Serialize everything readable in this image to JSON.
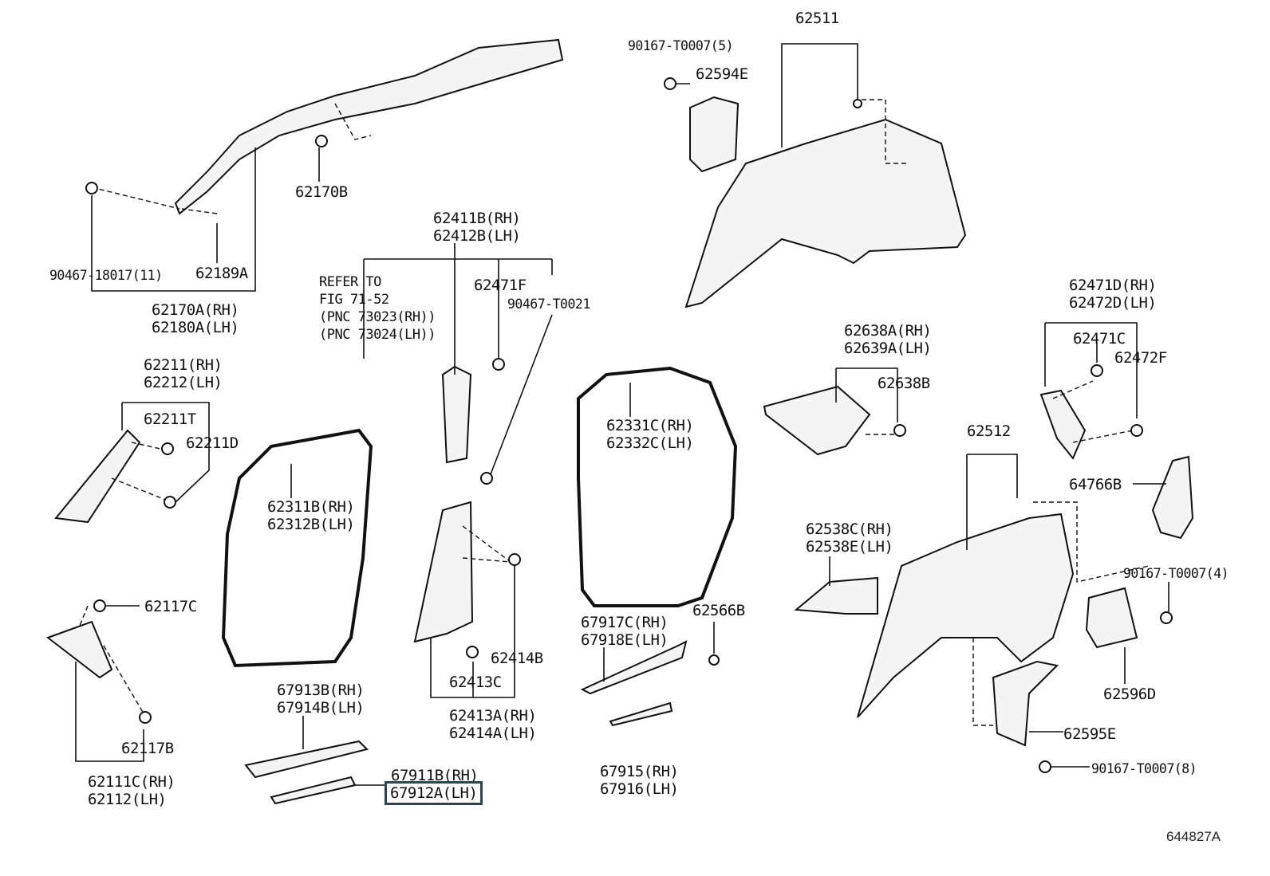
{
  "figure_id": "644827A",
  "highlighted_part": "67912A(LH)",
  "highlight_color": "#2f4550",
  "labels": [
    {
      "id": "62511",
      "lines": [
        "62511"
      ]
    },
    {
      "id": "90167-T0007-5",
      "lines": [
        "90167-T0007(5)"
      ]
    },
    {
      "id": "62594E",
      "lines": [
        "62594E"
      ]
    },
    {
      "id": "62170B",
      "lines": [
        "62170B"
      ]
    },
    {
      "id": "90467-18017",
      "lines": [
        "90467-18017(11)"
      ]
    },
    {
      "id": "62189A",
      "lines": [
        "62189A"
      ]
    },
    {
      "id": "62170A",
      "lines": [
        "62170A(RH)",
        "62180A(LH)"
      ]
    },
    {
      "id": "62411B",
      "lines": [
        "62411B(RH)",
        "62412B(LH)"
      ]
    },
    {
      "id": "refer",
      "lines": [
        "REFER TO",
        "FIG 71-52",
        "(PNC 73023(RH))",
        "(PNC 73024(LH))"
      ]
    },
    {
      "id": "62471F",
      "lines": [
        "62471F"
      ]
    },
    {
      "id": "90467-T0021",
      "lines": [
        "90467-T0021"
      ]
    },
    {
      "id": "62471D",
      "lines": [
        "62471D(RH)",
        "62472D(LH)"
      ]
    },
    {
      "id": "62638A",
      "lines": [
        "62638A(RH)",
        "62639A(LH)"
      ]
    },
    {
      "id": "62211",
      "lines": [
        "62211(RH)",
        "62212(LH)"
      ]
    },
    {
      "id": "62471C",
      "lines": [
        "62471C"
      ]
    },
    {
      "id": "62472F",
      "lines": [
        "62472F"
      ]
    },
    {
      "id": "62638B",
      "lines": [
        "62638B"
      ]
    },
    {
      "id": "62211T",
      "lines": [
        "62211T"
      ]
    },
    {
      "id": "62211D",
      "lines": [
        "62211D"
      ]
    },
    {
      "id": "62331C",
      "lines": [
        "62331C(RH)",
        "62332C(LH)"
      ]
    },
    {
      "id": "62512",
      "lines": [
        "62512"
      ]
    },
    {
      "id": "64766B",
      "lines": [
        "64766B"
      ]
    },
    {
      "id": "62311B",
      "lines": [
        "62311B(RH)",
        "62312B(LH)"
      ]
    },
    {
      "id": "62538C",
      "lines": [
        "62538C(RH)",
        "62538E(LH)"
      ]
    },
    {
      "id": "90167-T0007-4",
      "lines": [
        "90167-T0007(4)"
      ]
    },
    {
      "id": "62117C",
      "lines": [
        "62117C"
      ]
    },
    {
      "id": "62566B",
      "lines": [
        "62566B"
      ]
    },
    {
      "id": "67917C",
      "lines": [
        "67917C(RH)",
        "67918E(LH)"
      ]
    },
    {
      "id": "62414B",
      "lines": [
        "62414B"
      ]
    },
    {
      "id": "62413C",
      "lines": [
        "62413C"
      ]
    },
    {
      "id": "62596D",
      "lines": [
        "62596D"
      ]
    },
    {
      "id": "67913B",
      "lines": [
        "67913B(RH)",
        "67914B(LH)"
      ]
    },
    {
      "id": "62413A",
      "lines": [
        "62413A(RH)",
        "62414A(LH)"
      ]
    },
    {
      "id": "62595E",
      "lines": [
        "62595E"
      ]
    },
    {
      "id": "62117B",
      "lines": [
        "62117B"
      ]
    },
    {
      "id": "90167-T0007-8",
      "lines": [
        "90167-T0007(8)"
      ]
    },
    {
      "id": "67915",
      "lines": [
        "67915(RH)",
        "67916(LH)"
      ]
    },
    {
      "id": "62111C",
      "lines": [
        "62111C(RH)",
        "62112(LH)"
      ]
    },
    {
      "id": "67911B-rh",
      "lines": [
        "67911B(RH)"
      ]
    },
    {
      "id": "67912A-lh",
      "lines": [
        "67912A(LH)"
      ]
    }
  ]
}
